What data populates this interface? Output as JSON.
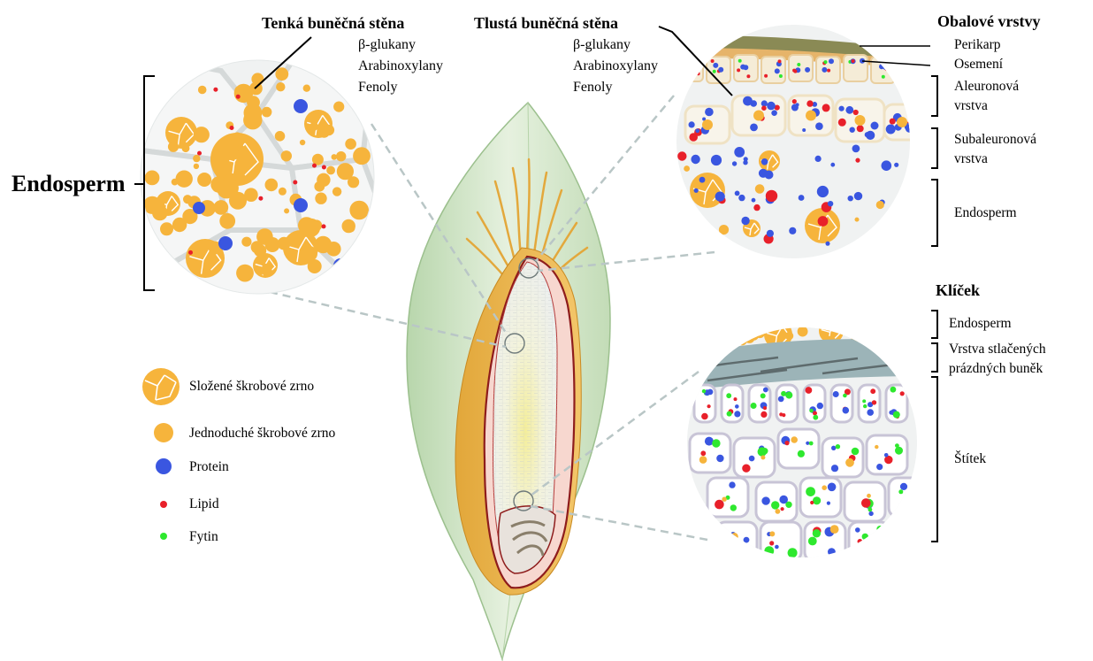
{
  "left_callout": {
    "thin_wall_title": "Tenká buněčná stěna",
    "thin_wall_items": [
      "β-glukany",
      "Arabinoxylany",
      "Fenoly"
    ],
    "endosperm_label": "Endosperm"
  },
  "center_callout": {
    "thick_wall_title": "Tlustá buněčná stěna",
    "thick_wall_items": [
      "β-glukany",
      "Arabinoxylany",
      "Fenoly"
    ]
  },
  "right_top": {
    "title": "Obalové vrstvy",
    "labels": [
      "Perikarp",
      "Osemení",
      "Aleuronová",
      "vrstva",
      "Subaleuronová",
      "vrstva",
      "Endosperm"
    ]
  },
  "right_bottom": {
    "title": "Klíček",
    "labels": [
      "Endosperm",
      "Vrstva stlačených",
      "prázdných buněk",
      "Štítek"
    ]
  },
  "legend": [
    {
      "label": "Složené škrobové zrno",
      "icon": "compound-starch-icon",
      "color": "#f6b43c"
    },
    {
      "label": "Jednoduché škrobové zrno",
      "icon": "simple-starch-icon",
      "color": "#f6b43c"
    },
    {
      "label": "Protein",
      "icon": "protein-icon",
      "color": "#3a56e0"
    },
    {
      "label": "Lipid",
      "icon": "lipid-icon",
      "color": "#e8202a"
    },
    {
      "label": "Fytin",
      "icon": "phytin-icon",
      "color": "#2ee82e"
    }
  ],
  "colors": {
    "starch": "#f6b43c",
    "protein": "#3a56e0",
    "lipid": "#e8202a",
    "phytin": "#2ee82e",
    "husk": "#cfe3c6",
    "cell_wall": "#eef0f0"
  }
}
